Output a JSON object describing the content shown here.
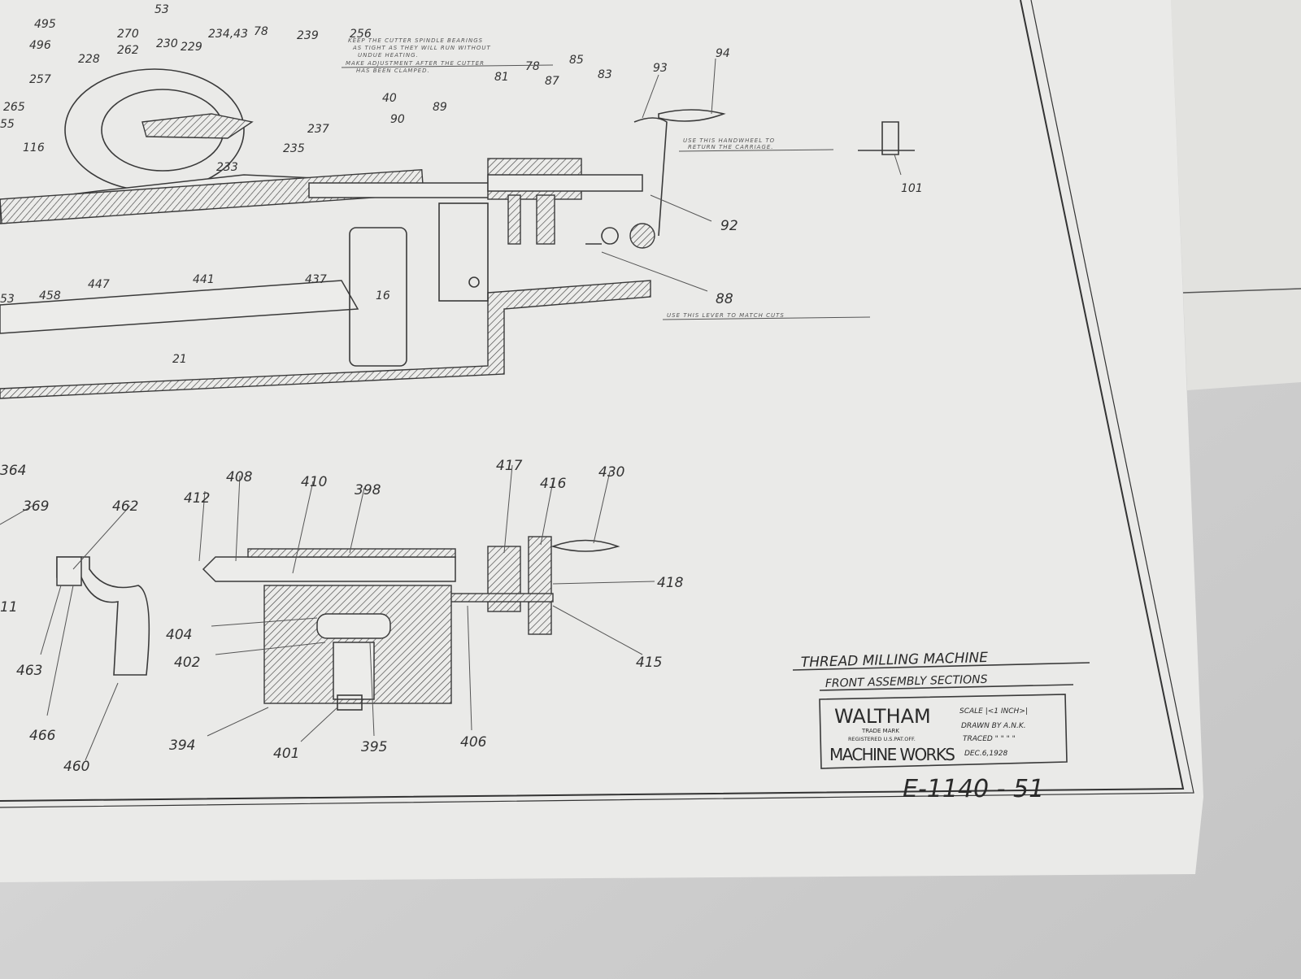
{
  "drawing": {
    "title": "THREAD MILLING MACHINE",
    "subtitle": "FRONT ASSEMBLY SECTIONS",
    "drawing_number": "E-1140 - 51",
    "title_block": {
      "company_top": "WALTHAM",
      "trade_mark": "TRADE MARK",
      "registered": "REGISTERED U.S.PAT.OFF.",
      "company_bottom": "MACHINE WORKS",
      "scale": "SCALE |<1 INCH>|",
      "drawn_by": "DRAWN BY A.N.K.",
      "traced": "TRACED \" \" \" \"",
      "date": "DEC.6,1928"
    },
    "notes": {
      "spindle_line1": "KEEP THE CUTTER SPINDLE BEARINGS",
      "spindle_line2": "AS TIGHT AS THEY WILL RUN WITHOUT",
      "spindle_line3": "UNDUE HEATING.",
      "spindle_line4": "MAKE ADJUSTMENT AFTER THE CUTTER",
      "spindle_line5": "HAS BEEN CLAMPED.",
      "handwheel_line1": "USE THIS HANDWHEEL TO",
      "handwheel_line2": "RETURN THE CARRIAGE.",
      "lever": "USE THIS LEVER TO MATCH CUTS"
    },
    "labels": [
      "53",
      "495",
      "496",
      "270",
      "230",
      "229",
      "234,43",
      "78",
      "239",
      "256",
      "228",
      "262",
      "257",
      "265",
      "55",
      "116",
      "237",
      "235",
      "233",
      "40",
      "90",
      "89",
      "81",
      "78",
      "87",
      "85",
      "83",
      "93",
      "94",
      "101",
      "92",
      "88",
      "458",
      "447",
      "441",
      "437",
      "16",
      "21",
      "53",
      "364",
      "369",
      "462",
      "11",
      "463",
      "466",
      "460",
      "412",
      "408",
      "410",
      "398",
      "417",
      "416",
      "430",
      "418",
      "404",
      "402",
      "394",
      "401",
      "395",
      "406",
      "415"
    ]
  }
}
